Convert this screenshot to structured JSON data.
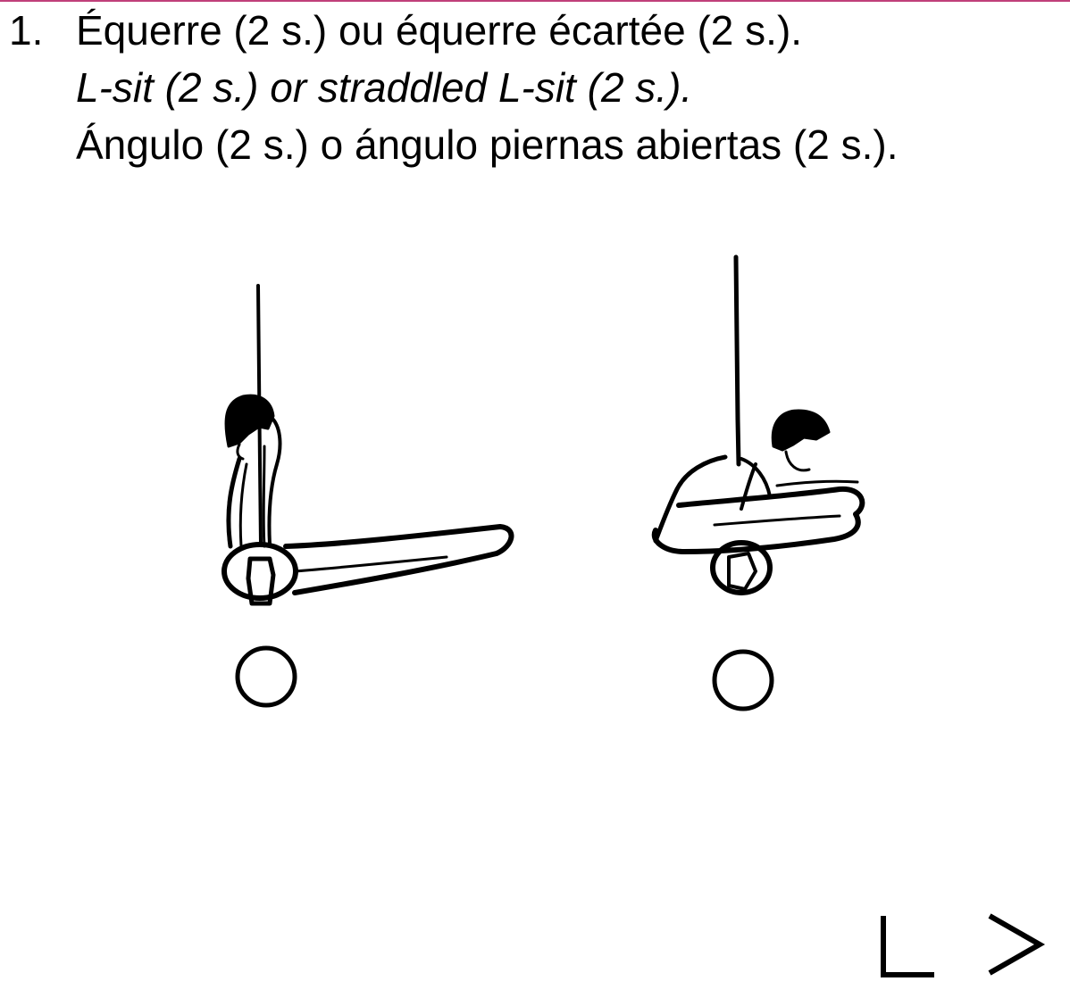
{
  "element": {
    "number": "1.",
    "name_fr": "Équerre (2 s.) ou équerre écartée (2 s.).",
    "name_en": "L-sit (2 s.) or straddled L-sit (2 s.).",
    "name_es": "Ángulo (2 s.) o ángulo piernas abiertas (2 s.)."
  },
  "figures": [
    {
      "name": "l-sit-figure",
      "marker": "circle"
    },
    {
      "name": "straddled-l-sit-figure",
      "marker": "circle"
    }
  ],
  "difficulty_symbols": [
    "L",
    ">"
  ],
  "colors": {
    "ink": "#000000",
    "top_rule": "#c0407a"
  }
}
